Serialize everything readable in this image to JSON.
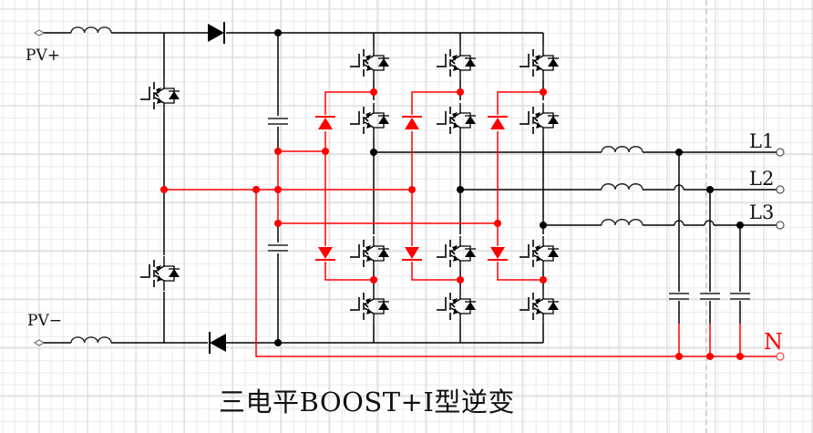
{
  "diagram": {
    "title": "三电平BOOST+I型逆变",
    "colors": {
      "wire": "#000000",
      "highlight": "#ff0000",
      "grid_minor": "#ebebeb",
      "grid_major": "#d6d6d6",
      "neutral_label": "#ff0000",
      "guide_dashed": "#b5b5b5"
    },
    "terminals": {
      "pv_plus": "PV+",
      "pv_minus": "PV−",
      "l1": "L1",
      "l2": "L2",
      "l3": "L3",
      "n": "N"
    },
    "components": {
      "boost_inductors": 2,
      "boost_diodes": 2,
      "boost_switches": 2,
      "dc_bus_capacitors": 2,
      "inverter_legs": 3,
      "igbts_per_leg": 4,
      "clamp_diodes_per_leg": 2,
      "output_inductors": 3,
      "filter_capacitors": 3
    },
    "icons": {
      "terminal": "hollow-circle-terminal",
      "pv_terminal": "diamond-terminal",
      "igbt": "igbt-with-antiparallel-diode-icon",
      "diode": "diode-icon",
      "inductor": "inductor-coil-icon",
      "capacitor": "capacitor-icon",
      "junction": "junction-dot"
    }
  }
}
